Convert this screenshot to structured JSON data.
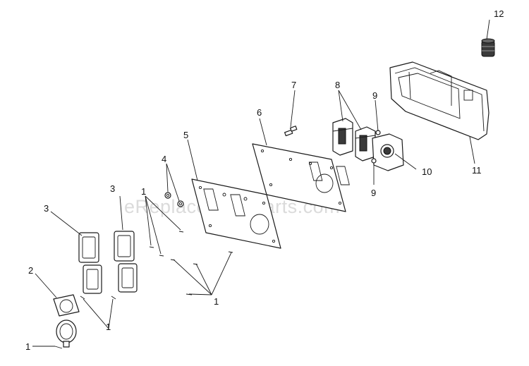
{
  "watermark": "eReplacementParts.com",
  "callouts": {
    "c1a": "1",
    "c1b": "1",
    "c1c": "1",
    "c1d": "1",
    "c2": "2",
    "c3a": "3",
    "c3b": "3",
    "c4": "4",
    "c5": "5",
    "c6": "6",
    "c7": "7",
    "c8": "8",
    "c9a": "9",
    "c9b": "9",
    "c10": "10",
    "c11": "11",
    "c12": "12"
  }
}
